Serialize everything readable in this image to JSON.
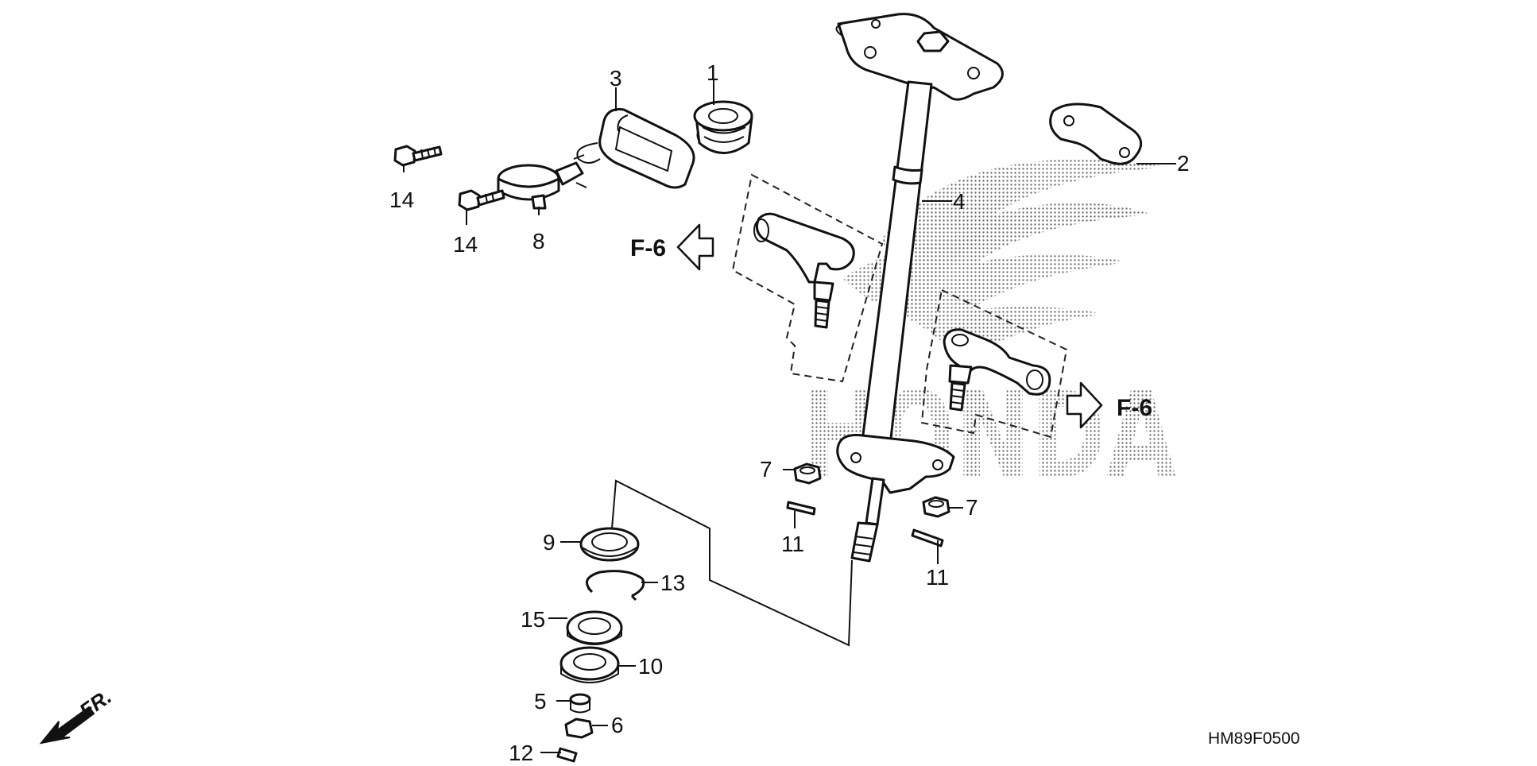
{
  "diagram": {
    "callouts": {
      "p1": "1",
      "p2": "2",
      "p3": "3",
      "p4": "4",
      "p5": "5",
      "p6": "6",
      "p7a": "7",
      "p7b": "7",
      "p8": "8",
      "p9": "9",
      "p10": "10",
      "p11a": "11",
      "p11b": "11",
      "p12": "12",
      "p13": "13",
      "p14a": "14",
      "p14b": "14",
      "p15": "15"
    },
    "ref_left": "F-6",
    "ref_right": "F-6",
    "front_label": "FR.",
    "diagram_code": "HM89F0500",
    "watermark_text": "HONDA"
  },
  "colors": {
    "line": "#111111",
    "background": "#ffffff",
    "watermark": "#6f6f6f"
  },
  "icons": {
    "front_arrow": "front-direction-arrow-icon",
    "ref_arrow": "hollow-arrow-icon"
  }
}
